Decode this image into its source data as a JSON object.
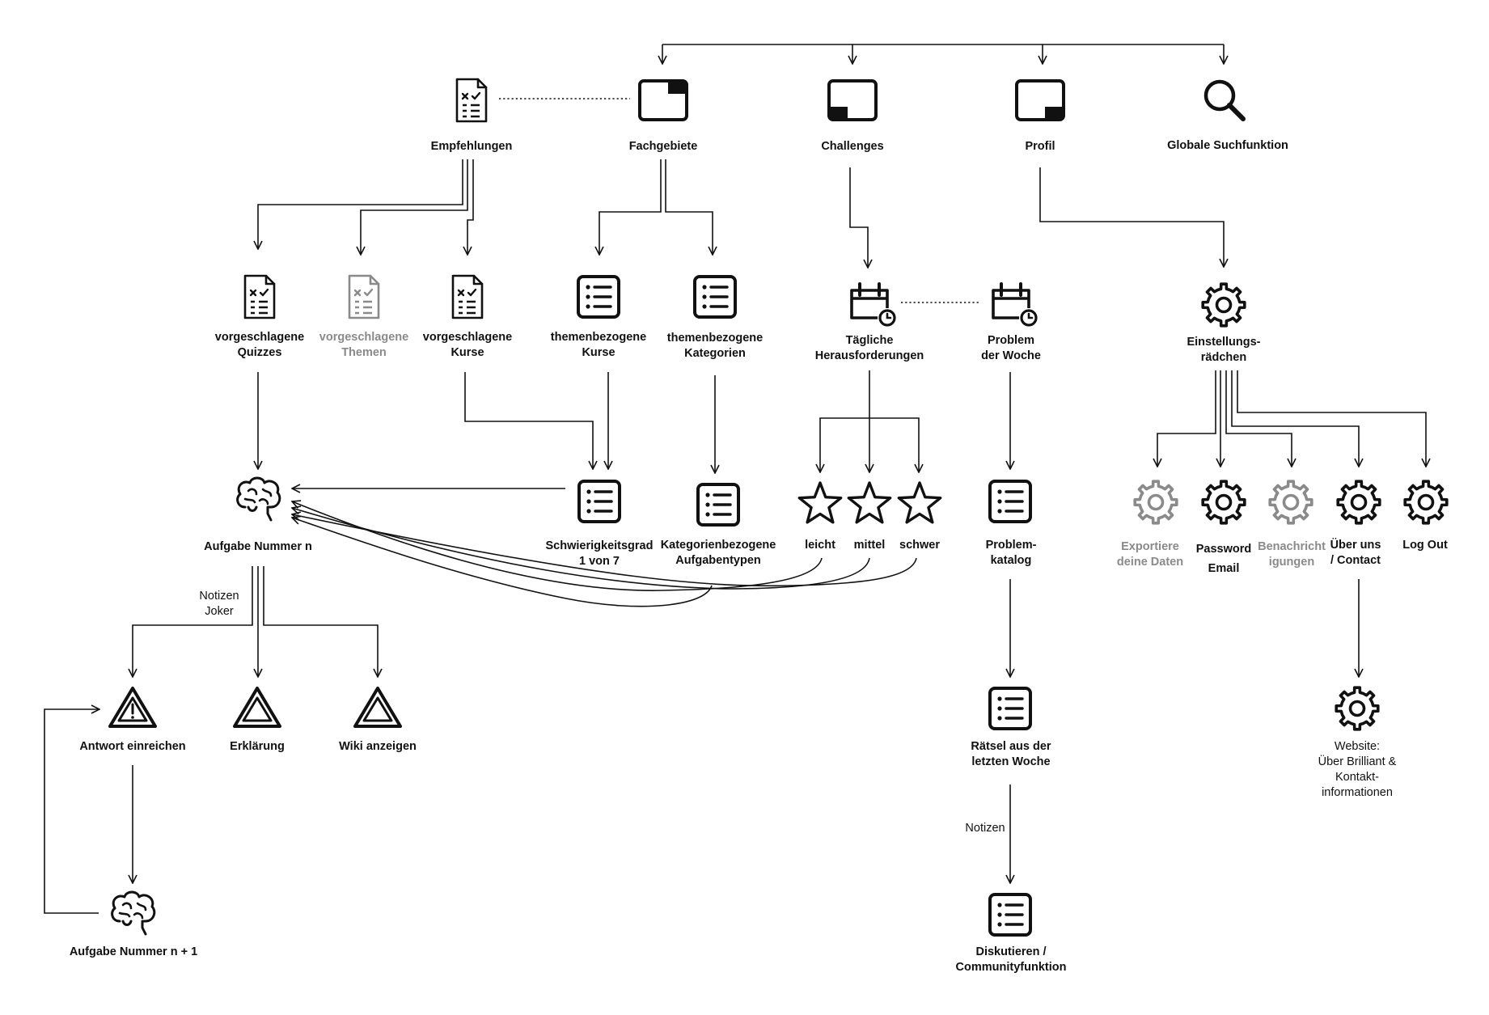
{
  "colors": {
    "ink": "#111111",
    "muted": "#8a8a8a",
    "background": "#ffffff"
  },
  "nodes": [
    {
      "id": "empfehlungen",
      "icon": "quiz-document-icon",
      "lines": [
        "Empfehlungen"
      ],
      "muted": false
    },
    {
      "id": "fachgebiete",
      "icon": "window-corner-top-right-icon",
      "lines": [
        "Fachgebiete"
      ],
      "muted": false
    },
    {
      "id": "challenges",
      "icon": "window-corner-bottom-left-icon",
      "lines": [
        "Challenges"
      ],
      "muted": false
    },
    {
      "id": "profil",
      "icon": "window-corner-bottom-right-icon",
      "lines": [
        "Profil"
      ],
      "muted": false
    },
    {
      "id": "globale-suche",
      "icon": "search-icon",
      "lines": [
        "Globale Suchfunktion"
      ],
      "muted": false
    },
    {
      "id": "vorgeschlagene-quizzes",
      "icon": "quiz-document-icon",
      "lines": [
        "vorgeschlagene",
        "Quizzes"
      ],
      "muted": false
    },
    {
      "id": "vorgeschlagene-themen",
      "icon": "quiz-document-icon",
      "lines": [
        "vorgeschlagene",
        "Themen"
      ],
      "muted": true
    },
    {
      "id": "vorgeschlagene-kurse",
      "icon": "quiz-document-icon",
      "lines": [
        "vorgeschlagene",
        "Kurse"
      ],
      "muted": false
    },
    {
      "id": "themenbezogene-kurse",
      "icon": "list-icon",
      "lines": [
        "themenbezogene",
        "Kurse"
      ],
      "muted": false
    },
    {
      "id": "themenbezogene-kategorien",
      "icon": "list-icon",
      "lines": [
        "themenbezogene",
        "Kategorien"
      ],
      "muted": false
    },
    {
      "id": "taegliche-herausforderungen",
      "icon": "calendar-clock-icon",
      "lines": [
        "Tägliche",
        "Herausforderungen"
      ],
      "muted": false
    },
    {
      "id": "problem-der-woche",
      "icon": "calendar-clock-icon",
      "lines": [
        "Problem",
        "der Woche"
      ],
      "muted": false
    },
    {
      "id": "einstellungsraedchen",
      "icon": "gear-icon",
      "lines": [
        "Einstellungs-",
        "rädchen"
      ],
      "muted": false
    },
    {
      "id": "aufgabe-n",
      "icon": "brain-icon",
      "lines": [
        "Aufgabe Nummer n"
      ],
      "muted": false
    },
    {
      "id": "schwierigkeitsgrad",
      "icon": "list-icon",
      "lines": [
        "Schwierigkeitsgrad",
        "1 von 7"
      ],
      "muted": false
    },
    {
      "id": "kategorienbezogene-aufgabentypen",
      "icon": "list-icon",
      "lines": [
        "Kategorienbezogene",
        "Aufgabentypen"
      ],
      "muted": false
    },
    {
      "id": "leicht",
      "icon": "star-icon",
      "lines": [
        "leicht"
      ],
      "muted": false
    },
    {
      "id": "mittel",
      "icon": "star-icon",
      "lines": [
        "mittel"
      ],
      "muted": false
    },
    {
      "id": "schwer",
      "icon": "star-icon",
      "lines": [
        "schwer"
      ],
      "muted": false
    },
    {
      "id": "problemkatalog",
      "icon": "list-icon",
      "lines": [
        "Problem-",
        "katalog"
      ],
      "muted": false
    },
    {
      "id": "exportiere-daten",
      "icon": "gear-icon",
      "lines": [
        "Exportiere",
        "deine Daten"
      ],
      "muted": true
    },
    {
      "id": "password-email",
      "icon": "gear-icon",
      "lines": [
        "Password",
        "Email"
      ],
      "muted": false
    },
    {
      "id": "benachrichtigungen",
      "icon": "gear-icon",
      "lines": [
        "Benachricht",
        "igungen"
      ],
      "muted": true
    },
    {
      "id": "ueber-uns",
      "icon": "gear-icon",
      "lines": [
        "Über uns",
        "/ Contact"
      ],
      "muted": false
    },
    {
      "id": "log-out",
      "icon": "gear-icon",
      "lines": [
        "Log Out"
      ],
      "muted": false
    },
    {
      "id": "antwort-einreichen",
      "icon": "warning-triangle-icon",
      "lines": [
        "Antwort einreichen"
      ],
      "muted": false
    },
    {
      "id": "erklaerung",
      "icon": "triangle-icon",
      "lines": [
        "Erklärung"
      ],
      "muted": false
    },
    {
      "id": "wiki-anzeigen",
      "icon": "triangle-icon",
      "lines": [
        "Wiki anzeigen"
      ],
      "muted": false
    },
    {
      "id": "raetsel-letzte-woche",
      "icon": "list-icon",
      "lines": [
        "Rätsel aus der",
        "letzten Woche"
      ],
      "muted": false
    },
    {
      "id": "website",
      "icon": "gear-icon",
      "lines": [
        "Website:",
        "Über Brilliant &",
        "Kontakt-",
        "informationen"
      ],
      "muted": false,
      "note": true
    },
    {
      "id": "aufgabe-n-plus-1",
      "icon": "brain-icon",
      "lines": [
        "Aufgabe Nummer n + 1"
      ],
      "muted": false
    },
    {
      "id": "diskutieren",
      "icon": "list-icon",
      "lines": [
        "Diskutieren /",
        "Communityfunktion"
      ],
      "muted": false
    }
  ],
  "edge_labels": [
    {
      "id": "notizen-joker",
      "lines": [
        "Notizen",
        "Joker"
      ]
    },
    {
      "id": "notizen",
      "lines": [
        "Notizen"
      ]
    }
  ],
  "links": [
    {
      "id": "hub-to-fachgebiete",
      "from": "top-hub",
      "to": "fachgebiete",
      "style": "arrow"
    },
    {
      "id": "hub-to-challenges",
      "from": "top-hub",
      "to": "challenges",
      "style": "arrow"
    },
    {
      "id": "hub-to-profil",
      "from": "top-hub",
      "to": "profil",
      "style": "arrow"
    },
    {
      "id": "hub-to-globale-suche",
      "from": "top-hub",
      "to": "globale-suche",
      "style": "arrow"
    },
    {
      "id": "empfehlungen-fachgebiete",
      "from": "empfehlungen",
      "to": "fachgebiete",
      "style": "dotted"
    },
    {
      "id": "empfehlungen-quizzes",
      "from": "empfehlungen",
      "to": "vorgeschlagene-quizzes",
      "style": "arrow"
    },
    {
      "id": "empfehlungen-themen",
      "from": "empfehlungen",
      "to": "vorgeschlagene-themen",
      "style": "arrow"
    },
    {
      "id": "empfehlungen-kurse",
      "from": "empfehlungen",
      "to": "vorgeschlagene-kurse",
      "style": "arrow"
    },
    {
      "id": "fachgebiete-kurse",
      "from": "fachgebiete",
      "to": "themenbezogene-kurse",
      "style": "arrow"
    },
    {
      "id": "fachgebiete-kategorien",
      "from": "fachgebiete",
      "to": "themenbezogene-kategorien",
      "style": "arrow"
    },
    {
      "id": "challenges-taegliche",
      "from": "challenges",
      "to": "taegliche-herausforderungen",
      "style": "arrow"
    },
    {
      "id": "taegliche-problem",
      "from": "taegliche-herausforderungen",
      "to": "problem-der-woche",
      "style": "dotted"
    },
    {
      "id": "profil-einstellungen",
      "from": "profil",
      "to": "einstellungsraedchen",
      "style": "arrow"
    },
    {
      "id": "quizzes-aufgabe",
      "from": "vorgeschlagene-quizzes",
      "to": "aufgabe-n",
      "style": "arrow"
    },
    {
      "id": "kurse-schwierigkeit",
      "from": "vorgeschlagene-kurse",
      "to": "schwierigkeitsgrad",
      "style": "arrow"
    },
    {
      "id": "themenkurse-schwierigkeit",
      "from": "themenbezogene-kurse",
      "to": "schwierigkeitsgrad",
      "style": "arrow"
    },
    {
      "id": "kategorien-aufgabentypen",
      "from": "themenbezogene-kategorien",
      "to": "kategorienbezogene-aufgabentypen",
      "style": "arrow"
    },
    {
      "id": "taegliche-leicht",
      "from": "taegliche-herausforderungen",
      "to": "leicht",
      "style": "arrow"
    },
    {
      "id": "taegliche-mittel",
      "from": "taegliche-herausforderungen",
      "to": "mittel",
      "style": "arrow"
    },
    {
      "id": "taegliche-schwer",
      "from": "taegliche-herausforderungen",
      "to": "schwer",
      "style": "arrow"
    },
    {
      "id": "problem-katalog",
      "from": "problem-der-woche",
      "to": "problemkatalog",
      "style": "arrow"
    },
    {
      "id": "einstellungen-export",
      "from": "einstellungsraedchen",
      "to": "exportiere-daten",
      "style": "arrow"
    },
    {
      "id": "einstellungen-password",
      "from": "einstellungsraedchen",
      "to": "password-email",
      "style": "arrow"
    },
    {
      "id": "einstellungen-benachrichtigungen",
      "from": "einstellungsraedchen",
      "to": "benachrichtigungen",
      "style": "arrow"
    },
    {
      "id": "einstellungen-ueber-uns",
      "from": "einstellungsraedchen",
      "to": "ueber-uns",
      "style": "arrow"
    },
    {
      "id": "einstellungen-logout",
      "from": "einstellungsraedchen",
      "to": "log-out",
      "style": "arrow"
    },
    {
      "id": "schwierigkeit-aufgabe",
      "from": "schwierigkeitsgrad",
      "to": "aufgabe-n",
      "style": "arrow"
    },
    {
      "id": "aufgabentypen-aufgabe",
      "from": "kategorienbezogene-aufgabentypen",
      "to": "aufgabe-n",
      "style": "curve-arrow"
    },
    {
      "id": "leicht-aufgabe",
      "from": "leicht",
      "to": "aufgabe-n",
      "style": "curve-arrow"
    },
    {
      "id": "mittel-aufgabe",
      "from": "mittel",
      "to": "aufgabe-n",
      "style": "curve-arrow"
    },
    {
      "id": "schwer-aufgabe",
      "from": "schwer",
      "to": "aufgabe-n",
      "style": "curve-arrow"
    },
    {
      "id": "aufgabe-antwort",
      "from": "aufgabe-n",
      "to": "antwort-einreichen",
      "style": "arrow",
      "label": "notizen-joker"
    },
    {
      "id": "aufgabe-erklaerung",
      "from": "aufgabe-n",
      "to": "erklaerung",
      "style": "arrow"
    },
    {
      "id": "aufgabe-wiki",
      "from": "aufgabe-n",
      "to": "wiki-anzeigen",
      "style": "arrow"
    },
    {
      "id": "katalog-raetsel",
      "from": "problemkatalog",
      "to": "raetsel-letzte-woche",
      "style": "arrow"
    },
    {
      "id": "ueber-uns-website",
      "from": "ueber-uns",
      "to": "website",
      "style": "arrow"
    },
    {
      "id": "antwort-naechste",
      "from": "antwort-einreichen",
      "to": "aufgabe-n-plus-1",
      "style": "arrow"
    },
    {
      "id": "naechste-antwort-loop",
      "from": "aufgabe-n-plus-1",
      "to": "antwort-einreichen",
      "style": "arrow"
    },
    {
      "id": "raetsel-diskutieren",
      "from": "raetsel-letzte-woche",
      "to": "diskutieren",
      "style": "arrow",
      "label": "notizen"
    }
  ]
}
